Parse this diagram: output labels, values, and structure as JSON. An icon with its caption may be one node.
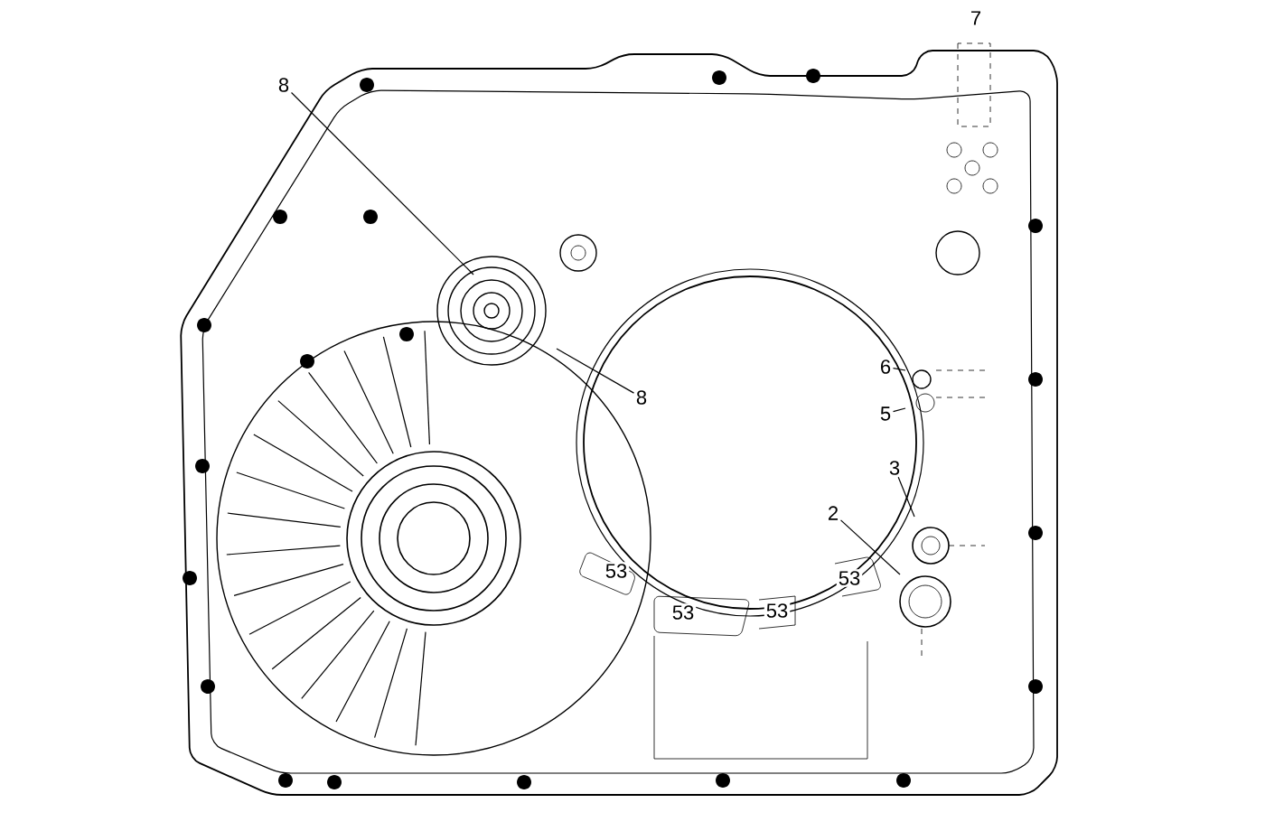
{
  "diagram": {
    "nodes": [
      {
        "text": [
          "8"
        ]
      },
      {
        "text": [
          "8"
        ]
      },
      {
        "text": [
          "6"
        ]
      },
      {
        "text": [
          "5"
        ]
      },
      {
        "text": [
          "3"
        ]
      },
      {
        "text": [
          "2"
        ]
      }
    ],
    "edges": [
      {
        "from": 0,
        "to": null,
        "arrow": "none"
      },
      {
        "from": 1,
        "to": null,
        "arrow": "none"
      },
      {
        "from": 2,
        "to": null,
        "arrow": "none"
      },
      {
        "from": 3,
        "to": null,
        "arrow": "none"
      },
      {
        "from": 4,
        "to": null,
        "arrow": "none"
      },
      {
        "from": 5,
        "to": null,
        "arrow": "none"
      }
    ],
    "labels": [
      "7",
      "53",
      "53",
      "53",
      "53"
    ]
  }
}
